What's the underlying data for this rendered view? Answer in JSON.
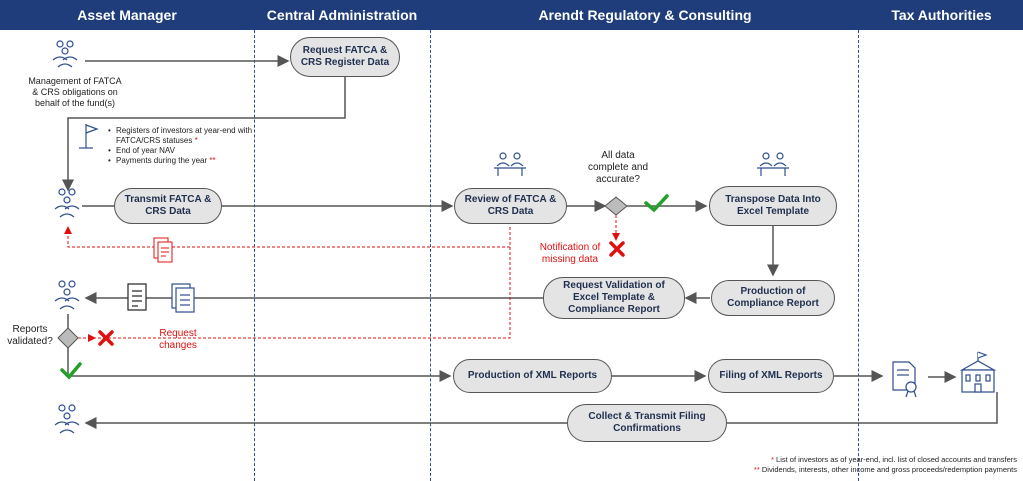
{
  "lanes": [
    {
      "title": "Asset Manager"
    },
    {
      "title": "Central Administration"
    },
    {
      "title": "Arendt Regulatory & Consulting"
    },
    {
      "title": "Tax Authorities"
    }
  ],
  "boxes": {
    "request_register": "Request FATCA & CRS Register Data",
    "transmit": "Transmit FATCA & CRS Data",
    "review": "Review of FATCA & CRS Data",
    "transpose": "Transpose Data Into Excel Template",
    "production_compliance": "Production of Compliance Report",
    "request_validation": "Request Validation of Excel Template & Compliance Report",
    "production_xml": "Production of XML Reports",
    "filing_xml": "Filing of XML Reports",
    "collect_transmit": "Collect & Transmit Filing Confirmations"
  },
  "labels": {
    "management": "Management of FATCA & CRS obligations on behalf of the fund(s)",
    "all_data": "All data complete and accurate?",
    "notification": "Notification of missing data",
    "reports_validated": "Reports validated?",
    "request_changes": "Request changes"
  },
  "prereq": {
    "items": [
      {
        "text": "Registers of investors at year-end with FATCA/CRS statuses",
        "mark": "*"
      },
      {
        "text": "End of year NAV",
        "mark": ""
      },
      {
        "text": "Payments during the year",
        "mark": "**"
      }
    ]
  },
  "footnotes": [
    {
      "mark": "*",
      "text": "List of investors as of year-end, incl. list of closed accounts and transfers"
    },
    {
      "mark": "**",
      "text": "Dividends, interests, other income and gross proceeds/redemption payments"
    }
  ],
  "colors": {
    "header": "#1f3d7a",
    "box_fill": "#e4e4e4",
    "red": "#e01010",
    "green": "#22a02a",
    "icon": "#2e4e8f"
  },
  "icons": [
    "people-icon",
    "flag-icon",
    "document-icon",
    "certificate-icon",
    "government-building-icon",
    "check-icon",
    "cross-icon",
    "decision-diamond"
  ]
}
